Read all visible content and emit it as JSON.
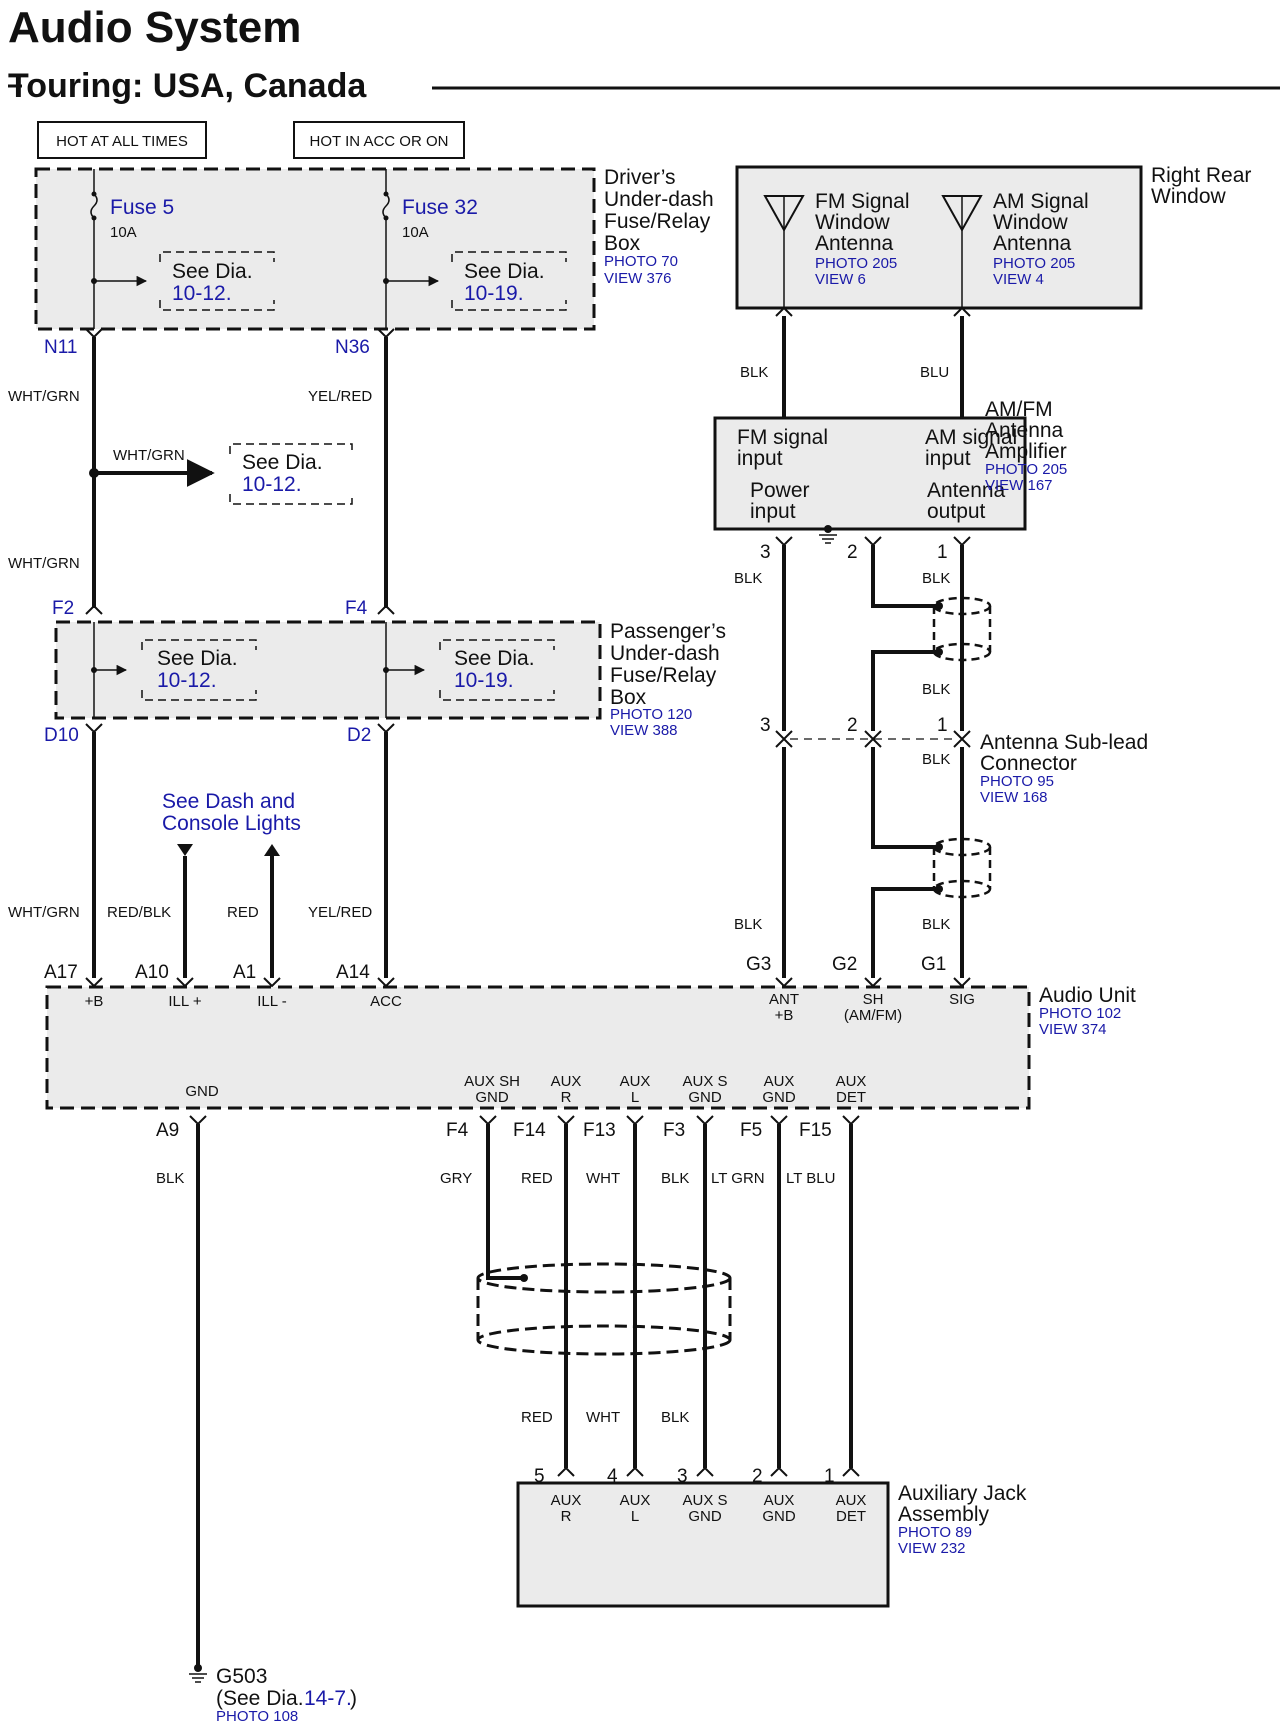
{
  "header": {
    "title": "Audio System",
    "subtitle": "Touring: USA, Canada"
  },
  "hot": {
    "all_times": "HOT AT ALL TIMES",
    "acc_or_on": "HOT IN ACC OR ON"
  },
  "driver_box": {
    "name_lines": [
      "Driver’s",
      "Under-dash",
      "Fuse/Relay",
      "Box"
    ],
    "photo": "PHOTO 70",
    "view": "VIEW 376",
    "fuse5": "Fuse 5",
    "fuse5_rating": "10A",
    "fuse32": "Fuse 32",
    "fuse32_rating": "10A",
    "see_dia_1_a": "See Dia.",
    "see_dia_1_b": "10-12.",
    "see_dia_2_a": "See Dia.",
    "see_dia_2_b": "10-19.",
    "pin_n11": "N11",
    "pin_n36": "N36"
  },
  "wires": {
    "wht_grn": "WHT/GRN",
    "yel_red": "YEL/RED",
    "red_blk": "RED/BLK",
    "red": "RED",
    "blk": "BLK",
    "blu": "BLU",
    "gry": "GRY",
    "wht": "WHT",
    "lt_grn": "LT GRN",
    "lt_blu": "LT BLU"
  },
  "splice": {
    "label": "WHT/GRN",
    "see_a": "See Dia.",
    "see_b": "10-12."
  },
  "passenger_box": {
    "name_lines": [
      "Passenger’s",
      "Under-dash",
      "Fuse/Relay",
      "Box"
    ],
    "photo": "PHOTO 120",
    "view": "VIEW 388",
    "pin_f2": "F2",
    "pin_f4": "F4",
    "pin_d10": "D10",
    "pin_d2": "D2",
    "see_dia_1_a": "See Dia.",
    "see_dia_1_b": "10-12.",
    "see_dia_2_a": "See Dia.",
    "see_dia_2_b": "10-19."
  },
  "dash_lights": {
    "line1": "See Dash and",
    "line2": "Console Lights"
  },
  "rear_window": {
    "name_lines": [
      "Right Rear",
      "Window"
    ],
    "fm_lines": [
      "FM Signal",
      "Window",
      "Antenna"
    ],
    "fm_photo": "PHOTO 205",
    "fm_view": "VIEW 6",
    "am_lines": [
      "AM Signal",
      "Window",
      "Antenna"
    ],
    "am_photo": "PHOTO 205",
    "am_view": "VIEW 4"
  },
  "amplifier": {
    "name_lines": [
      "AM/FM",
      "Antenna",
      "Amplifier"
    ],
    "photo": "PHOTO 205",
    "view": "VIEW 167",
    "fm_in": [
      "FM signal",
      "input"
    ],
    "am_in": [
      "AM signal",
      "input"
    ],
    "power_in": [
      "Power",
      "input"
    ],
    "ant_out": [
      "Antenna",
      "output"
    ],
    "pin3": "3",
    "pin2": "2",
    "pin1": "1"
  },
  "sublead": {
    "name_lines": [
      "Antenna Sub-lead",
      "Connector"
    ],
    "photo": "PHOTO 95",
    "view": "VIEW 168",
    "pin3": "3",
    "pin2": "2",
    "pin1": "1"
  },
  "audio_unit": {
    "name": "Audio Unit",
    "photo": "PHOTO 102",
    "view": "VIEW 374",
    "top_pins": [
      {
        "id": "A17",
        "label": "+B"
      },
      {
        "id": "A10",
        "label": "ILL +"
      },
      {
        "id": "A1",
        "label": "ILL -"
      },
      {
        "id": "A14",
        "label": "ACC"
      },
      {
        "id": "G3",
        "label": "ANT",
        "label2": "+B"
      },
      {
        "id": "G2",
        "label": "SH",
        "label2": "(AM/FM)"
      },
      {
        "id": "G1",
        "label": "SIG"
      }
    ],
    "bottom_pins": [
      {
        "id": "A9",
        "label": "GND"
      },
      {
        "id": "F4",
        "label": "AUX SH",
        "label2": "GND"
      },
      {
        "id": "F14",
        "label": "AUX",
        "label2": "R"
      },
      {
        "id": "F13",
        "label": "AUX",
        "label2": "L"
      },
      {
        "id": "F3",
        "label": "AUX S",
        "label2": "GND"
      },
      {
        "id": "F5",
        "label": "AUX",
        "label2": "GND"
      },
      {
        "id": "F15",
        "label": "AUX",
        "label2": "DET"
      }
    ]
  },
  "aux_jack": {
    "name_lines": [
      "Auxiliary Jack",
      "Assembly"
    ],
    "photo": "PHOTO 89",
    "view": "VIEW 232",
    "pins": [
      {
        "num": "5",
        "label": "AUX",
        "label2": "R"
      },
      {
        "num": "4",
        "label": "AUX",
        "label2": "L"
      },
      {
        "num": "3",
        "label": "AUX S",
        "label2": "GND"
      },
      {
        "num": "2",
        "label": "AUX",
        "label2": "GND"
      },
      {
        "num": "1",
        "label": "AUX",
        "label2": "DET"
      }
    ]
  },
  "ground": {
    "name": "G503",
    "see_prefix": "(See Dia.",
    "see_ref": "14-7.",
    "see_suffix": ")",
    "photo": "PHOTO 108"
  }
}
